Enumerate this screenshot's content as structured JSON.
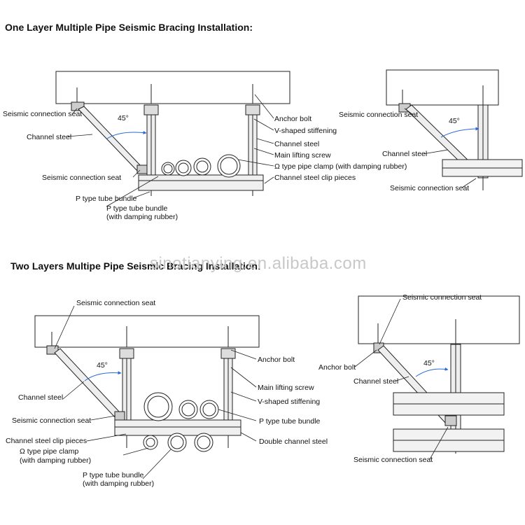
{
  "titles": {
    "one_layer": "One Layer Multiple Pipe Seismic Bracing Installation:",
    "two_layers": "Two Layers Multipe Pipe Seismic Bracing Installation:"
  },
  "watermark": "sinotianying.en.alibaba.com",
  "angle": "45°",
  "d1_labels": {
    "seat_top": "Seismic connection seat",
    "channel": "Channel steel",
    "seat_bottom": "Seismic connection seat",
    "p_bundle": "P type tube bundle",
    "p_bundle_damp_1": "P type tube bundle",
    "p_bundle_damp_2": "(with damping rubber)",
    "anchor": "Anchor bolt",
    "v_stiff": "V-shaped stiffening",
    "channel_r": "Channel steel",
    "screw": "Main lifting screw",
    "omega": "Ω type pipe clamp (with damping rubber)",
    "clip": "Channel steel clip pieces"
  },
  "d2_labels": {
    "seat_top": "Seismic connection seat",
    "channel": "Channel steel",
    "seat_bottom": "Seismic connection seat"
  },
  "d3_labels": {
    "seat_top": "Seismic connection seat",
    "anchor": "Anchor bolt",
    "screw": "Main lifting screw",
    "v_stiff": "V-shaped stiffening",
    "channel": "Channel steel",
    "seat": "Seismic connection seat",
    "p_bundle": "P type tube bundle",
    "clip": "Channel steel clip pieces",
    "double": "Double channel steel",
    "omega_1": "Ω type pipe clamp",
    "omega_2": "(with damping rubber)",
    "p_damp_1": "P type tube bundle",
    "p_damp_2": "(with damping rubber)"
  },
  "d4_labels": {
    "seat_top": "Seismic connection seat",
    "anchor": "Anchor bolt",
    "channel": "Channel steel",
    "seat_bottom": "Seismic connection seat"
  }
}
